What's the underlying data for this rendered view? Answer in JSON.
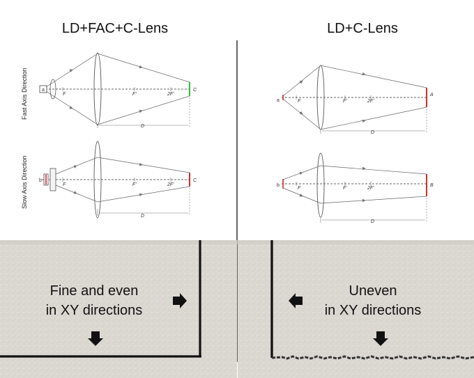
{
  "titles": {
    "left": "LD+FAC+C-Lens",
    "right": "LD+C-Lens"
  },
  "axis_labels": {
    "fast": "Fast Axis Direction",
    "slow": "Slow Axis Direction"
  },
  "diagram_labels": {
    "f": "F",
    "f_prime": "F'",
    "two_f_prime": "2F'",
    "d": "D",
    "c": "C",
    "a": "A",
    "b": "B",
    "a_small": "a",
    "b_small": "b"
  },
  "captions": {
    "left_line1": "Fine and even",
    "left_line2": "in XY directions",
    "right_line1": "Uneven",
    "right_line2": "in XY directions"
  },
  "colors": {
    "accent_red": "#d62b2b",
    "accent_green": "#2fbf3a",
    "photo_bg": "#d9d6cf"
  }
}
